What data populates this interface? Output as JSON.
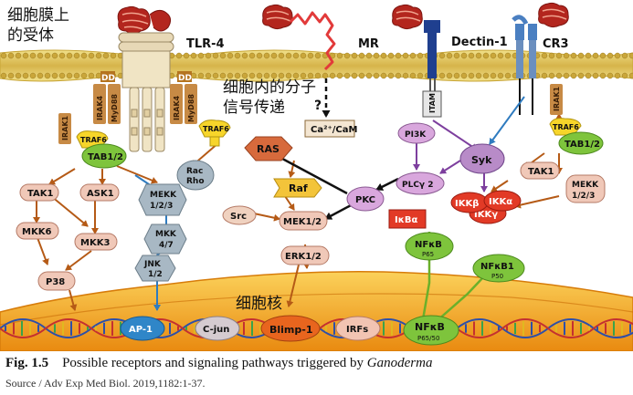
{
  "labels": {
    "membrane": [
      "细胞膜上",
      "的受体"
    ],
    "cytoplasm": [
      "细胞内的分子",
      "信号传递"
    ],
    "nucleus": "细胞核"
  },
  "receptors": {
    "tlr4": "TLR-4",
    "mr": "MR",
    "dectin1": "Dectin-1",
    "cr3": "CR3"
  },
  "adaptors": {
    "dd": "DD",
    "irak4": "IRAK4",
    "myd88": "MyD88",
    "irak1_left": "IRAK1",
    "traf6_left": "TRAF6",
    "tab12_left": "TAB1/2",
    "traf6_mid": "TRAF6",
    "irak1_right": "IRAK1",
    "traf6_right": "TRAF6",
    "tab12_right": "TAB1/2",
    "itam": "ITAM"
  },
  "nodes": {
    "tak1_left": "TAK1",
    "ask1": "ASK1",
    "mkk6": "MKK6",
    "mkk3": "MKK3",
    "p38": "P38",
    "rac_rho": [
      "Rac",
      "Rho"
    ],
    "mekk123_left": [
      "MEKK",
      "1/2/3"
    ],
    "mkk47": [
      "MKK",
      "4/7"
    ],
    "jnk12": [
      "JNK",
      "1/2"
    ],
    "ras": "RAS",
    "raf": "Raf",
    "src": "Src",
    "mek12": "MEK1/2",
    "erk12": "ERK1/2",
    "pkc": "PKC",
    "pi3k": "PI3K",
    "plcg2": "PLCγ 2",
    "syk": "Syk",
    "ca_cam": "Ca²⁺/CaM",
    "question": "?",
    "tak1_right": "TAK1",
    "mekk123_right": [
      "MEKK",
      "1/2/3"
    ],
    "ikkb": "IKKβ",
    "ikka": "IKKα",
    "ikkg": "IKKγ",
    "ikba": "IκBα",
    "nfkb_p65": "NFκB",
    "p65": "P65",
    "nfkb1": "NFκB1",
    "p50": "P50"
  },
  "transcription": {
    "ap1": "AP-1",
    "cjun": "C-jun",
    "blimp1": "Blimp-1",
    "irfs": "IRFs",
    "nfkb": "NFκB",
    "nfkb_sub": "P65/50"
  },
  "caption": {
    "fig": "Fig. 1.5",
    "text": "Possible receptors and signaling pathways triggered by",
    "organism": "Ganoderma",
    "source": "Source / Adv Exp Med Biol. 2019,1182:1-37."
  },
  "colors": {
    "membrane": "#e0c24a",
    "nucleus": "#f2a21b",
    "arrow_brown": "#b55a16",
    "arrow_purple": "#7d3f9e",
    "arrow_blue": "#2f7bbf",
    "arrow_black": "#111111",
    "node_pink": "#f0c8b8",
    "node_grey": "#a8b8c4",
    "node_purple": "#d9a7dd",
    "node_red": "#e23a26",
    "node_green": "#7ec43c",
    "receptor_red": "#b3261e"
  }
}
